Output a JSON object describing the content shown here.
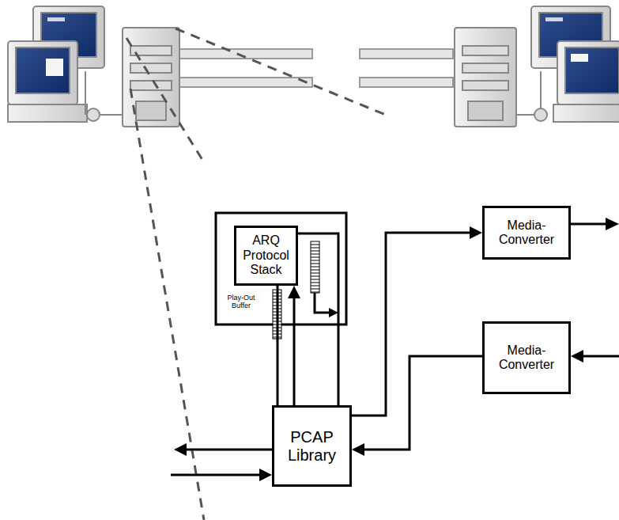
{
  "diagram": {
    "nodes": [
      {
        "text": [
          "ARQ Protocol Stack"
        ]
      },
      {
        "text": [
          "PCAP Library"
        ]
      },
      {
        "text": [
          "Media-Converter"
        ]
      },
      {
        "text": [
          "Media-Converter"
        ]
      }
    ],
    "edges": [
      {
        "from": 1,
        "to": 0,
        "arrow": "to"
      },
      {
        "from": 0,
        "to": 1,
        "arrow": "none"
      },
      {
        "from": 0,
        "to": 1,
        "arrow": "none"
      },
      {
        "from": 1,
        "to": 2,
        "arrow": "to"
      },
      {
        "from": 3,
        "to": 1,
        "arrow": "to"
      }
    ],
    "labels": [
      "Play-Out Buffer"
    ]
  }
}
